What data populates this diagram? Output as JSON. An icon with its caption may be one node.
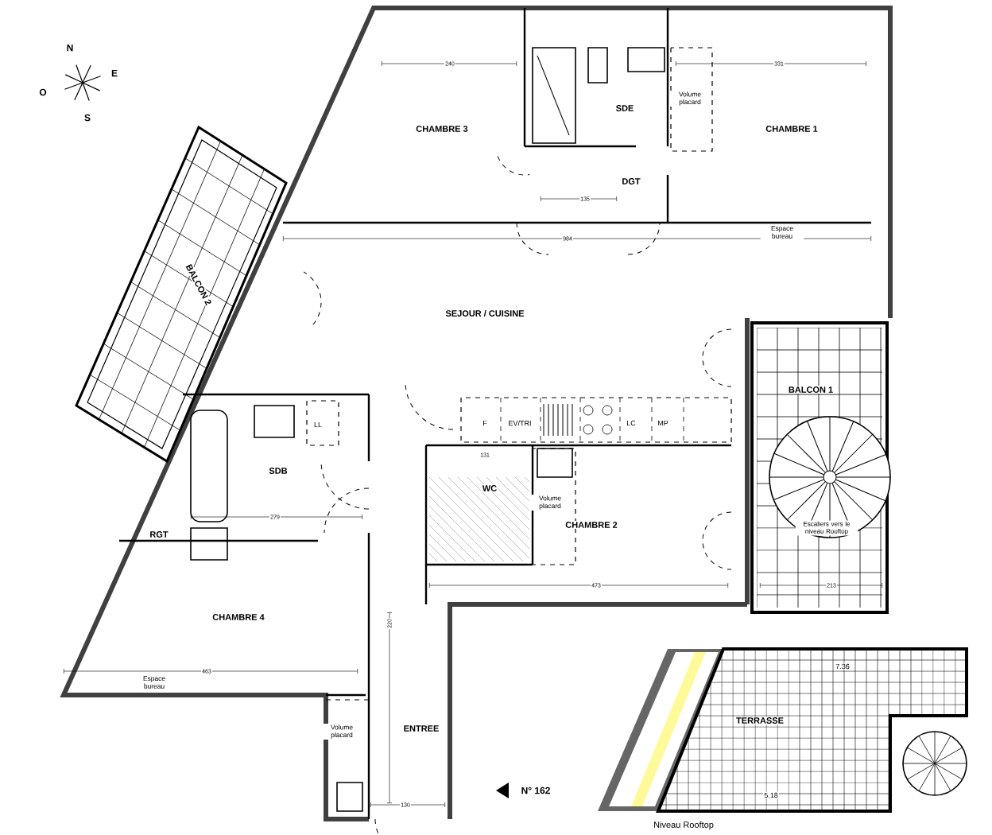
{
  "diagram": {
    "labels": [
      "N",
      "E",
      "O",
      "S",
      "240",
      "331",
      "CHAMBRE 3",
      "SDE",
      "Volume placard",
      "CHAMBRE 1",
      "DGT",
      "135",
      "984",
      "Espace bureau",
      "BALCON 2",
      "SEJOUR / CUISINE",
      "BALCON 1",
      "LL",
      "F",
      "EV/TRI",
      "LC",
      "MP",
      "131",
      "SDB",
      "WC",
      "279",
      "Volume placard",
      "CHAMBRE 2",
      "Escaliers vers le niveau Rooftop",
      "RGT",
      "473",
      "213",
      "220",
      "CHAMBRE 4",
      "463",
      "Espace bureau",
      "Volume placard",
      "ENTREE",
      "7.36",
      "130",
      "N° 162",
      "TERRASSE",
      "5.18",
      "Niveau Rooftop"
    ]
  }
}
